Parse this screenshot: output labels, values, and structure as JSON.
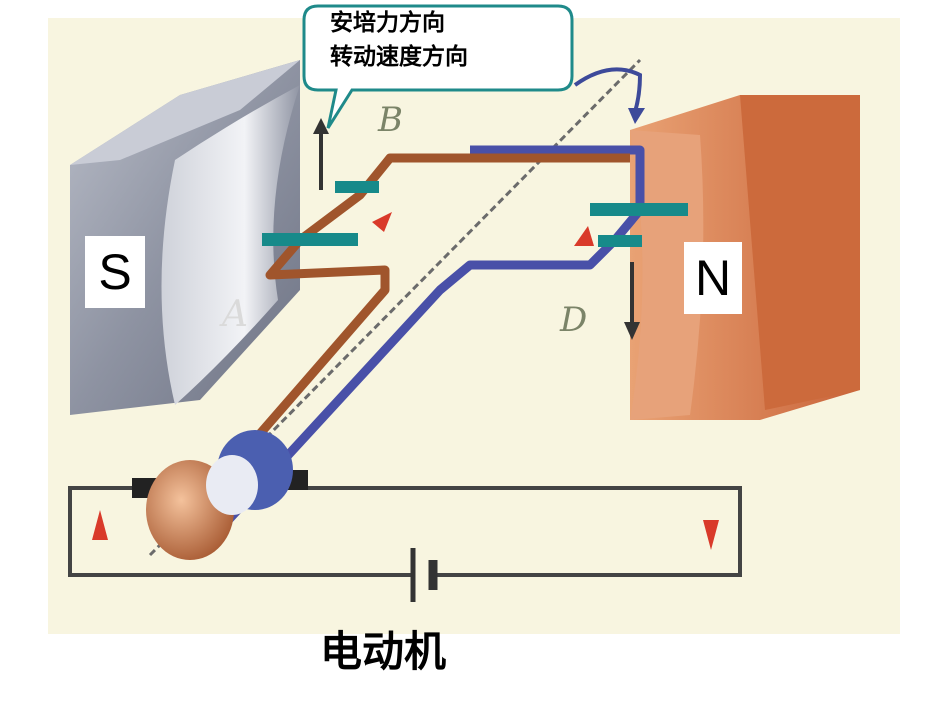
{
  "labels": {
    "south_pole": "S",
    "north_pole": "N",
    "point_a": "A",
    "point_b": "B",
    "point_d": "D"
  },
  "callout": {
    "line1": "安培力方向",
    "line2": "转动速度方向"
  },
  "caption": "电动机",
  "colors": {
    "background": "#f8f5e0",
    "south_magnet": "#9aa0b0",
    "north_magnet": "#d9814d",
    "coil_front": "#a0552c",
    "coil_back": "#4950a8",
    "force_marker": "#178a8a",
    "callout_border": "#1f8a8a"
  }
}
